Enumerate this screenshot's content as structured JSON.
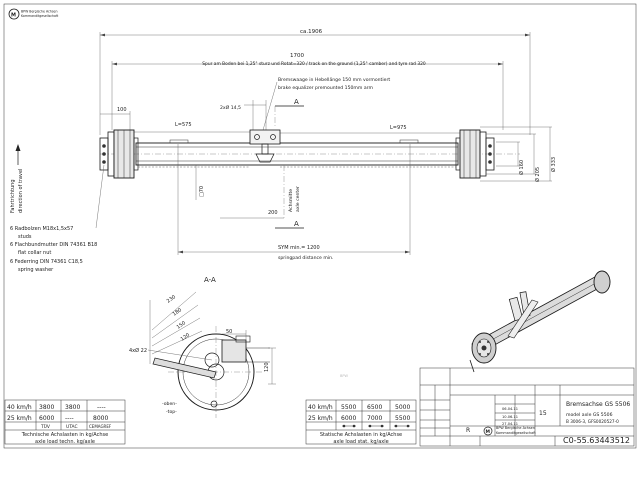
{
  "company": {
    "line1": "BPW Bergische Achsen",
    "line2": "Kommanditgesellschaft"
  },
  "dims": {
    "overall": "ca.1906",
    "track": "1700",
    "track_text": "Spur am Boden bei 1,25° sturz und Rotat=320 / track on the ground (1,25° camber) and tyre rad 320",
    "brake_de": "Bremswaage in Hebellänge 150 mm vormontiert",
    "brake_en": "brake equalizer premounted 150mm arm",
    "holes": "2xØ 14,5",
    "section": "A",
    "left_offset": "100",
    "l_left": "L=575",
    "l_right": "L=975",
    "dia160": "Ø 160",
    "dia205": "Ø 205",
    "dia333": "Ø 333",
    "square": "□70",
    "d200": "200",
    "axle_center_de": "Achsmitte",
    "axle_center_en": "axle center",
    "sym": "SYM min.= 1200",
    "spring_pad": "springpad distance min."
  },
  "travel": {
    "de": "Fahrtrichtung",
    "en": "direction of travel"
  },
  "notes": [
    "6 Radbolzen M18x1,5x57",
    "studs",
    "6 Flachbundmutter DIN 74361 B18",
    "flat collar nut",
    "6 Federring DIN 74361 C18,5",
    "spring washer"
  ],
  "section_view": {
    "title": "A-A",
    "d230": "230",
    "d180": "180",
    "d150": "150",
    "d120": "120",
    "d50": "50",
    "d120b": "120",
    "holes": "4xØ 22",
    "oben_de": "-oben-",
    "oben_en": "-top-"
  },
  "load_left": {
    "rows": [
      [
        "40 km/h",
        "3800",
        "3800",
        "----"
      ],
      [
        "25 km/h",
        "6000",
        "----",
        "8000"
      ]
    ],
    "cols": [
      "TÜV",
      "UTAC",
      "CEMAGREF"
    ],
    "caption_de": "Technische Achslasten in kg/Achse",
    "caption_en": "axle load techn. kg/axle"
  },
  "load_right": {
    "rows": [
      [
        "40 km/h",
        "5500",
        "6500",
        "5000"
      ],
      [
        "25 km/h",
        "6000",
        "7000",
        "5500"
      ]
    ],
    "caption_de": "Statische Achslasten in kg/Achse",
    "caption_en": "axle load stat. kg/axle"
  },
  "title_block": {
    "name_de": "Bremsachse GS 5506",
    "name_en1": "model axle GS 5506",
    "name_en2": "B 3006-3, GFS0020527-0",
    "scale": "15",
    "material": "R",
    "drawing_no": "C0-55.63443512",
    "date1": "06.04.11",
    "date2": "10.06.11",
    "date3": "27.04.11"
  }
}
